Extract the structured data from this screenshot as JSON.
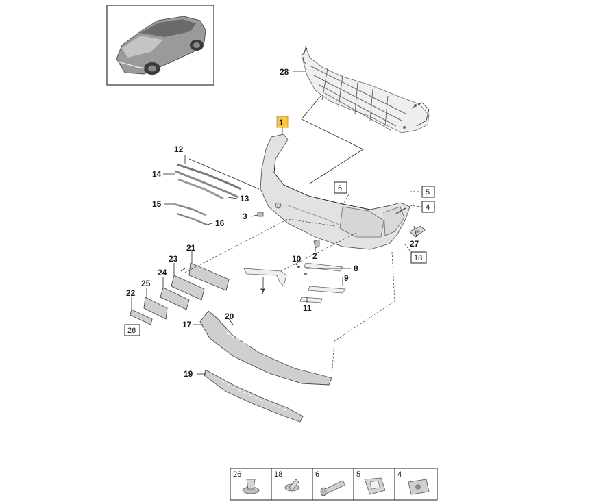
{
  "diagram": {
    "highlighted_callout": "1",
    "callouts": [
      {
        "id": "c28",
        "num": "28"
      },
      {
        "id": "c1",
        "num": "1"
      },
      {
        "id": "c12",
        "num": "12"
      },
      {
        "id": "c14",
        "num": "14"
      },
      {
        "id": "c13",
        "num": "13"
      },
      {
        "id": "c15",
        "num": "15"
      },
      {
        "id": "c16",
        "num": "16"
      },
      {
        "id": "c3",
        "num": "3"
      },
      {
        "id": "c2",
        "num": "2"
      },
      {
        "id": "c27",
        "num": "27"
      },
      {
        "id": "c21",
        "num": "21"
      },
      {
        "id": "c23",
        "num": "23"
      },
      {
        "id": "c24",
        "num": "24"
      },
      {
        "id": "c25",
        "num": "25"
      },
      {
        "id": "c22",
        "num": "22"
      },
      {
        "id": "c10",
        "num": "10"
      },
      {
        "id": "c8",
        "num": "8"
      },
      {
        "id": "c9",
        "num": "9"
      },
      {
        "id": "c7",
        "num": "7"
      },
      {
        "id": "c11",
        "num": "11"
      },
      {
        "id": "c17",
        "num": "17"
      },
      {
        "id": "c20",
        "num": "20"
      },
      {
        "id": "c19",
        "num": "19"
      }
    ],
    "boxed_callouts": [
      {
        "id": "b6",
        "num": "6"
      },
      {
        "id": "b5",
        "num": "5"
      },
      {
        "id": "b4",
        "num": "4"
      },
      {
        "id": "b18",
        "num": "18"
      },
      {
        "id": "b26",
        "num": "26"
      }
    ],
    "fastener_legend": [
      {
        "num": "26",
        "icon": "push-rivet-icon"
      },
      {
        "num": "18",
        "icon": "screw-icon"
      },
      {
        "num": "6",
        "icon": "expansion-clip-icon"
      },
      {
        "num": "5",
        "icon": "spring-clip-icon"
      },
      {
        "num": "4",
        "icon": "clip-nut-icon"
      }
    ]
  }
}
